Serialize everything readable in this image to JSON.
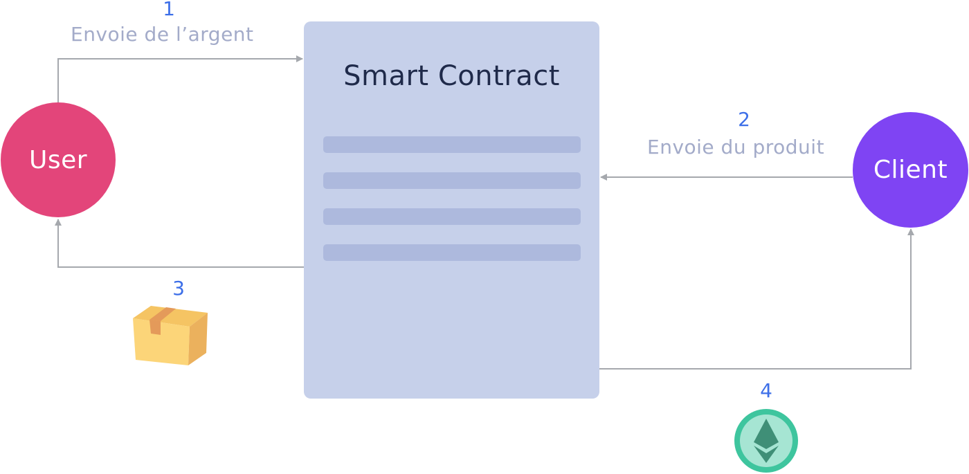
{
  "contract": {
    "title": "Smart Contract",
    "lines": 4
  },
  "nodes": {
    "user": "User",
    "client": "Client"
  },
  "steps": [
    {
      "number": "1",
      "label": "Envoie de l’argent"
    },
    {
      "number": "2",
      "label": "Envoie du produit"
    },
    {
      "number": "3"
    },
    {
      "number": "4"
    }
  ],
  "icons": {
    "step3": "package-box-icon",
    "step4": "ethereum-coin-icon"
  },
  "colors": {
    "user": "#e3457a",
    "client": "#7f44f3",
    "contract_bg": "#c6d0ea",
    "contract_line": "#adb9dd",
    "arrow": "#a5a8ad",
    "step_number": "#3d6fe8",
    "step_label": "#a3abc9",
    "box_light": "#fcd579",
    "box_dark": "#ebb15d",
    "box_tape": "#e49a5a",
    "eth_ring": "#3ec59e",
    "eth_fill": "#a6e5d3",
    "eth_dark": "#3f8f77"
  }
}
